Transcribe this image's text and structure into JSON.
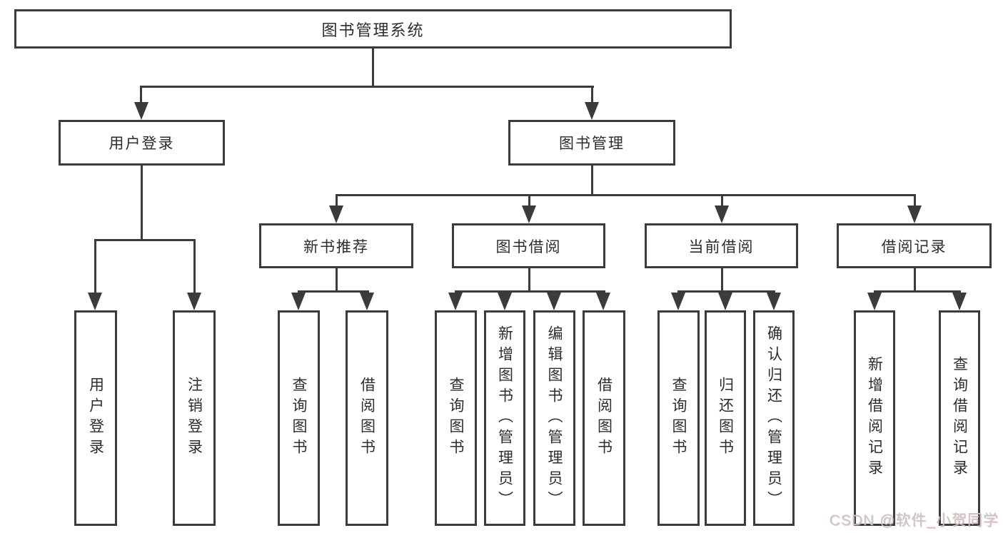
{
  "diagram_title": "图书管理系统",
  "nodes": {
    "root": "图书管理系统",
    "user_login": "用户登录",
    "book_management": "图书管理",
    "new_book_recommend": "新书推荐",
    "book_borrowing": "图书借阅",
    "current_borrowing": "当前借阅",
    "borrowing_records": "借阅记录",
    "ul_user_login": "用户登录",
    "ul_logout": "注销登录",
    "nb_query_books": "查询图书",
    "nb_borrow_books": "借阅图书",
    "bb_query_books": "查询图书",
    "bb_add_books_admin": "新增图书（管理员）",
    "bb_edit_books_admin": "编辑图书（管理员）",
    "bb_borrow_books": "借阅图书",
    "cb_query_books": "查询图书",
    "cb_return_books": "归还图书",
    "cb_confirm_return_admin": "确认归还（管理员）",
    "br_add_record": "新增借阅记录",
    "br_query_record": "查询借阅记录"
  },
  "watermark": "CSDN @软件_小贺同学",
  "colors": {
    "line": "#3b3b3b",
    "text": "#2d2d2d",
    "watermark": "#c7c7c7",
    "background": "#ffffff"
  }
}
